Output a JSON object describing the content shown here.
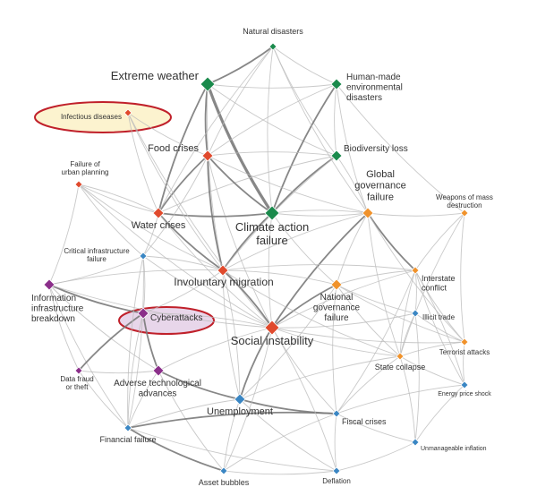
{
  "colors": {
    "environmental": "#1a8a4c",
    "societal": "#e04a2d",
    "geopolitical": "#f0922b",
    "technological": "#8b2f8a",
    "economic": "#3a86c3",
    "edge": "#bcbcbc",
    "edge_strong": "#7a7a7a",
    "highlight_yellow_fill": "#fcf3cf",
    "highlight_purple_fill": "#e8d6ea",
    "highlight_stroke": "#c0202a"
  },
  "nodes": [
    {
      "id": "natural-disasters",
      "label": "Natural disasters",
      "category": "environmental",
      "importance": "small"
    },
    {
      "id": "extreme-weather",
      "label": "Extreme weather",
      "category": "environmental",
      "importance": "large"
    },
    {
      "id": "human-made-disasters",
      "label": "Human-made\nenvironmental\ndisasters",
      "category": "environmental",
      "importance": "medium"
    },
    {
      "id": "infectious-diseases",
      "label": "Infectious diseases",
      "category": "societal",
      "importance": "small",
      "highlight": "yellow"
    },
    {
      "id": "food-crises",
      "label": "Food crises",
      "category": "societal",
      "importance": "medium"
    },
    {
      "id": "biodiversity-loss",
      "label": "Biodiversity loss",
      "category": "environmental",
      "importance": "medium"
    },
    {
      "id": "urban-planning",
      "label": "Failure of\nurban planning",
      "category": "societal",
      "importance": "small"
    },
    {
      "id": "global-governance",
      "label": "Global\ngovernance\nfailure",
      "category": "geopolitical",
      "importance": "medium"
    },
    {
      "id": "wmd",
      "label": "Weapons of mass\ndestruction",
      "category": "geopolitical",
      "importance": "small"
    },
    {
      "id": "water-crises",
      "label": "Water crises",
      "category": "societal",
      "importance": "medium"
    },
    {
      "id": "climate-action",
      "label": "Climate action\nfailure",
      "category": "environmental",
      "importance": "large"
    },
    {
      "id": "critical-infrastructure",
      "label": "Critical infrastructure\nfailure",
      "category": "economic",
      "importance": "small"
    },
    {
      "id": "involuntary-migration",
      "label": "Involuntary migration",
      "category": "societal",
      "importance": "medium"
    },
    {
      "id": "interstate-conflict",
      "label": "Interstate\nconflict",
      "category": "geopolitical",
      "importance": "small"
    },
    {
      "id": "information-infrastructure",
      "label": "Information\ninfrastructure\nbreakdown",
      "category": "technological",
      "importance": "medium"
    },
    {
      "id": "national-governance",
      "label": "National\ngovernance\nfailure",
      "category": "geopolitical",
      "importance": "medium"
    },
    {
      "id": "cyberattacks",
      "label": "Cyberattacks",
      "category": "technological",
      "importance": "medium",
      "highlight": "purple"
    },
    {
      "id": "illicit-trade",
      "label": "Illicit trade",
      "category": "economic",
      "importance": "small"
    },
    {
      "id": "social-instability",
      "label": "Social instability",
      "category": "societal",
      "importance": "large"
    },
    {
      "id": "terrorist-attacks",
      "label": "Terrorist attacks",
      "category": "geopolitical",
      "importance": "small"
    },
    {
      "id": "data-fraud",
      "label": "Data fraud\nor theft",
      "category": "technological",
      "importance": "small"
    },
    {
      "id": "adverse-tech",
      "label": "Adverse technological\nadvances",
      "category": "technological",
      "importance": "medium"
    },
    {
      "id": "state-collapse",
      "label": "State collapse",
      "category": "geopolitical",
      "importance": "small"
    },
    {
      "id": "energy-price-shock",
      "label": "Energy price shock",
      "category": "economic",
      "importance": "small"
    },
    {
      "id": "unemployment",
      "label": "Unemployment",
      "category": "economic",
      "importance": "medium"
    },
    {
      "id": "fiscal-crises",
      "label": "Fiscal crises",
      "category": "economic",
      "importance": "small"
    },
    {
      "id": "financial-failure",
      "label": "Financial failure",
      "category": "economic",
      "importance": "small"
    },
    {
      "id": "unmanageable-inflation",
      "label": "Unmanageable inflation",
      "category": "economic",
      "importance": "small"
    },
    {
      "id": "asset-bubbles",
      "label": "Asset bubbles",
      "category": "economic",
      "importance": "small"
    },
    {
      "id": "deflation",
      "label": "Deflation",
      "category": "economic",
      "importance": "small"
    }
  ],
  "edges": [
    [
      "extreme-weather",
      "climate-action",
      3
    ],
    [
      "extreme-weather",
      "natural-disasters",
      2
    ],
    [
      "extreme-weather",
      "food-crises",
      2
    ],
    [
      "extreme-weather",
      "water-crises",
      2
    ],
    [
      "extreme-weather",
      "biodiversity-loss",
      1
    ],
    [
      "extreme-weather",
      "human-made-disasters",
      1
    ],
    [
      "extreme-weather",
      "involuntary-migration",
      1
    ],
    [
      "natural-disasters",
      "climate-action",
      1
    ],
    [
      "natural-disasters",
      "human-made-disasters",
      1
    ],
    [
      "natural-disasters",
      "biodiversity-loss",
      1
    ],
    [
      "natural-disasters",
      "food-crises",
      1
    ],
    [
      "human-made-disasters",
      "climate-action",
      2
    ],
    [
      "human-made-disasters",
      "biodiversity-loss",
      1
    ],
    [
      "human-made-disasters",
      "food-crises",
      1
    ],
    [
      "biodiversity-loss",
      "climate-action",
      2
    ],
    [
      "biodiversity-loss",
      "food-crises",
      1
    ],
    [
      "biodiversity-loss",
      "water-crises",
      1
    ],
    [
      "food-crises",
      "climate-action",
      2
    ],
    [
      "food-crises",
      "water-crises",
      2
    ],
    [
      "food-crises",
      "involuntary-migration",
      2
    ],
    [
      "food-crises",
      "social-instability",
      1
    ],
    [
      "water-crises",
      "climate-action",
      2
    ],
    [
      "water-crises",
      "involuntary-migration",
      2
    ],
    [
      "water-crises",
      "social-instability",
      1
    ],
    [
      "water-crises",
      "urban-planning",
      1
    ],
    [
      "infectious-diseases",
      "food-crises",
      1
    ],
    [
      "infectious-diseases",
      "water-crises",
      1
    ],
    [
      "infectious-diseases",
      "involuntary-migration",
      1
    ],
    [
      "infectious-diseases",
      "social-instability",
      1
    ],
    [
      "urban-planning",
      "water-crises",
      1
    ],
    [
      "urban-planning",
      "critical-infrastructure",
      1
    ],
    [
      "urban-planning",
      "involuntary-migration",
      1
    ],
    [
      "urban-planning",
      "social-instability",
      1
    ],
    [
      "climate-action",
      "involuntary-migration",
      2
    ],
    [
      "climate-action",
      "social-instability",
      1
    ],
    [
      "climate-action",
      "global-governance",
      1
    ],
    [
      "global-governance",
      "social-instability",
      2
    ],
    [
      "global-governance",
      "interstate-conflict",
      2
    ],
    [
      "global-governance",
      "national-governance",
      1
    ],
    [
      "global-governance",
      "state-collapse",
      1
    ],
    [
      "global-governance",
      "wmd",
      1
    ],
    [
      "global-governance",
      "involuntary-migration",
      1
    ],
    [
      "global-governance",
      "terrorist-attacks",
      1
    ],
    [
      "global-governance",
      "climate-action",
      1
    ],
    [
      "global-governance",
      "biodiversity-loss",
      1
    ],
    [
      "wmd",
      "interstate-conflict",
      1
    ],
    [
      "wmd",
      "terrorist-attacks",
      1
    ],
    [
      "wmd",
      "state-collapse",
      1
    ],
    [
      "interstate-conflict",
      "state-collapse",
      1
    ],
    [
      "interstate-conflict",
      "energy-price-shock",
      1
    ],
    [
      "interstate-conflict",
      "terrorist-attacks",
      1
    ],
    [
      "interstate-conflict",
      "involuntary-migration",
      1
    ],
    [
      "interstate-conflict",
      "social-instability",
      1
    ],
    [
      "national-governance",
      "social-instability",
      2
    ],
    [
      "national-governance",
      "state-collapse",
      1
    ],
    [
      "national-governance",
      "involuntary-migration",
      1
    ],
    [
      "national-governance",
      "illicit-trade",
      1
    ],
    [
      "national-governance",
      "terrorist-attacks",
      1
    ],
    [
      "national-governance",
      "fiscal-crises",
      1
    ],
    [
      "social-instability",
      "involuntary-migration",
      2
    ],
    [
      "social-instability",
      "unemployment",
      2
    ],
    [
      "social-instability",
      "state-collapse",
      1
    ],
    [
      "social-instability",
      "fiscal-crises",
      1
    ],
    [
      "social-instability",
      "terrorist-attacks",
      1
    ],
    [
      "social-instability",
      "illicit-trade",
      1
    ],
    [
      "social-instability",
      "adverse-tech",
      1
    ],
    [
      "social-instability",
      "cyberattacks",
      1
    ],
    [
      "involuntary-migration",
      "critical-infrastructure",
      1
    ],
    [
      "involuntary-migration",
      "information-infrastructure",
      1
    ],
    [
      "involuntary-migration",
      "unemployment",
      1
    ],
    [
      "involuntary-migration",
      "state-collapse",
      1
    ],
    [
      "information-infrastructure",
      "cyberattacks",
      2
    ],
    [
      "information-infrastructure",
      "data-fraud",
      1
    ],
    [
      "information-infrastructure",
      "adverse-tech",
      1
    ],
    [
      "information-infrastructure",
      "critical-infrastructure",
      1
    ],
    [
      "information-infrastructure",
      "financial-failure",
      1
    ],
    [
      "information-infrastructure",
      "urban-planning",
      1
    ],
    [
      "cyberattacks",
      "data-fraud",
      2
    ],
    [
      "cyberattacks",
      "adverse-tech",
      2
    ],
    [
      "cyberattacks",
      "critical-infrastructure",
      1
    ],
    [
      "cyberattacks",
      "involuntary-migration",
      1
    ],
    [
      "cyberattacks",
      "financial-failure",
      1
    ],
    [
      "data-fraud",
      "adverse-tech",
      1
    ],
    [
      "data-fraud",
      "financial-failure",
      1
    ],
    [
      "adverse-tech",
      "unemployment",
      2
    ],
    [
      "adverse-tech",
      "financial-failure",
      1
    ],
    [
      "adverse-tech",
      "asset-bubbles",
      1
    ],
    [
      "critical-infrastructure",
      "water-crises",
      1
    ],
    [
      "critical-infrastructure",
      "financial-failure",
      1
    ],
    [
      "critical-infrastructure",
      "food-crises",
      1
    ],
    [
      "illicit-trade",
      "state-collapse",
      1
    ],
    [
      "illicit-trade",
      "terrorist-attacks",
      1
    ],
    [
      "illicit-trade",
      "interstate-conflict",
      1
    ],
    [
      "terrorist-attacks",
      "state-collapse",
      1
    ],
    [
      "terrorist-attacks",
      "energy-price-shock",
      1
    ],
    [
      "state-collapse",
      "energy-price-shock",
      1
    ],
    [
      "state-collapse",
      "fiscal-crises",
      1
    ],
    [
      "state-collapse",
      "unemployment",
      1
    ],
    [
      "energy-price-shock",
      "fiscal-crises",
      1
    ],
    [
      "energy-price-shock",
      "unmanageable-inflation",
      1
    ],
    [
      "energy-price-shock",
      "interstate-conflict",
      1
    ],
    [
      "unemployment",
      "fiscal-crises",
      2
    ],
    [
      "unemployment",
      "financial-failure",
      1
    ],
    [
      "unemployment",
      "asset-bubbles",
      1
    ],
    [
      "unemployment",
      "deflation",
      1
    ],
    [
      "unemployment",
      "involuntary-migration",
      1
    ],
    [
      "fiscal-crises",
      "financial-failure",
      2
    ],
    [
      "fiscal-crises",
      "unmanageable-inflation",
      1
    ],
    [
      "fiscal-crises",
      "deflation",
      1
    ],
    [
      "fiscal-crises",
      "asset-bubbles",
      1
    ],
    [
      "fiscal-crises",
      "interstate-conflict",
      1
    ],
    [
      "financial-failure",
      "asset-bubbles",
      2
    ],
    [
      "financial-failure",
      "deflation",
      1
    ],
    [
      "asset-bubbles",
      "deflation",
      1
    ],
    [
      "deflation",
      "unmanageable-inflation",
      1
    ],
    [
      "unmanageable-inflation",
      "illicit-trade",
      1
    ],
    [
      "unmanageable-inflation",
      "state-collapse",
      1
    ],
    [
      "financial-failure",
      "critical-infrastructure",
      1
    ],
    [
      "asset-bubbles",
      "social-instability",
      1
    ],
    [
      "deflation",
      "social-instability",
      1
    ],
    [
      "natural-disasters",
      "global-governance",
      1
    ],
    [
      "human-made-disasters",
      "global-governance",
      1
    ],
    [
      "food-crises",
      "global-governance",
      1
    ],
    [
      "human-made-disasters",
      "wmd",
      1
    ],
    [
      "natural-disasters",
      "water-crises",
      1
    ],
    [
      "biodiversity-loss",
      "involuntary-migration",
      1
    ],
    [
      "climate-action",
      "national-governance",
      1
    ],
    [
      "critical-infrastructure",
      "social-instability",
      1
    ],
    [
      "information-infrastructure",
      "social-instability",
      1
    ],
    [
      "unemployment",
      "national-governance",
      1
    ],
    [
      "interstate-conflict",
      "national-governance",
      1
    ]
  ]
}
